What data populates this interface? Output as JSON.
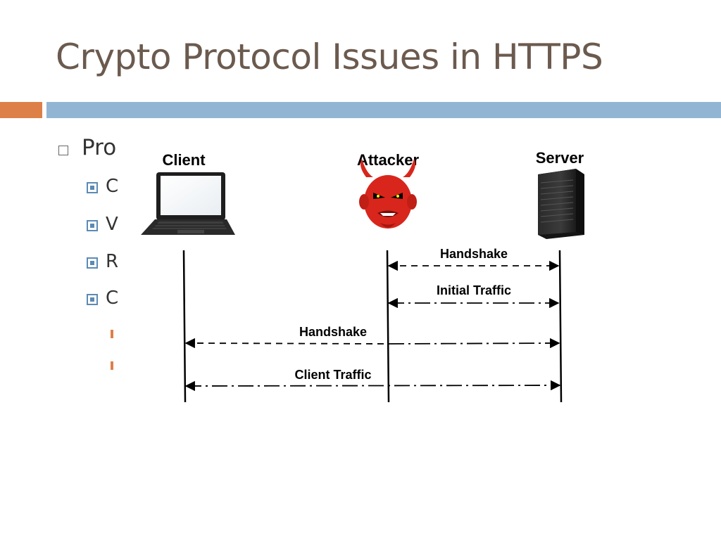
{
  "slide": {
    "title": "Crypto Protocol Issues in HTTPS"
  },
  "bullets": {
    "level1": "Pro",
    "level2": [
      "C",
      "V",
      "R",
      "C"
    ]
  },
  "diagram": {
    "entities": [
      {
        "key": "client",
        "label": "Client",
        "icon": "laptop-icon"
      },
      {
        "key": "attacker",
        "label": "Attacker",
        "icon": "devil-icon"
      },
      {
        "key": "server",
        "label": "Server",
        "icon": "server-tower-icon"
      }
    ],
    "messages": [
      {
        "label": "Handshake",
        "from": "attacker",
        "to": "server",
        "style": "dashed"
      },
      {
        "label": "Initial Traffic",
        "from": "attacker",
        "to": "server",
        "style": "dash-dot"
      },
      {
        "label": "Handshake",
        "from": "client",
        "to": "server",
        "style": "dashed"
      },
      {
        "label": "Client Traffic",
        "from": "client",
        "to": "server",
        "style": "dash-dot"
      }
    ]
  },
  "colors": {
    "title": "#6b5a4e",
    "accent_orange": "#dd8048",
    "accent_blue": "#93b5d4",
    "bullet_blue": "#5b8ab5",
    "devil_red": "#d8261c"
  }
}
